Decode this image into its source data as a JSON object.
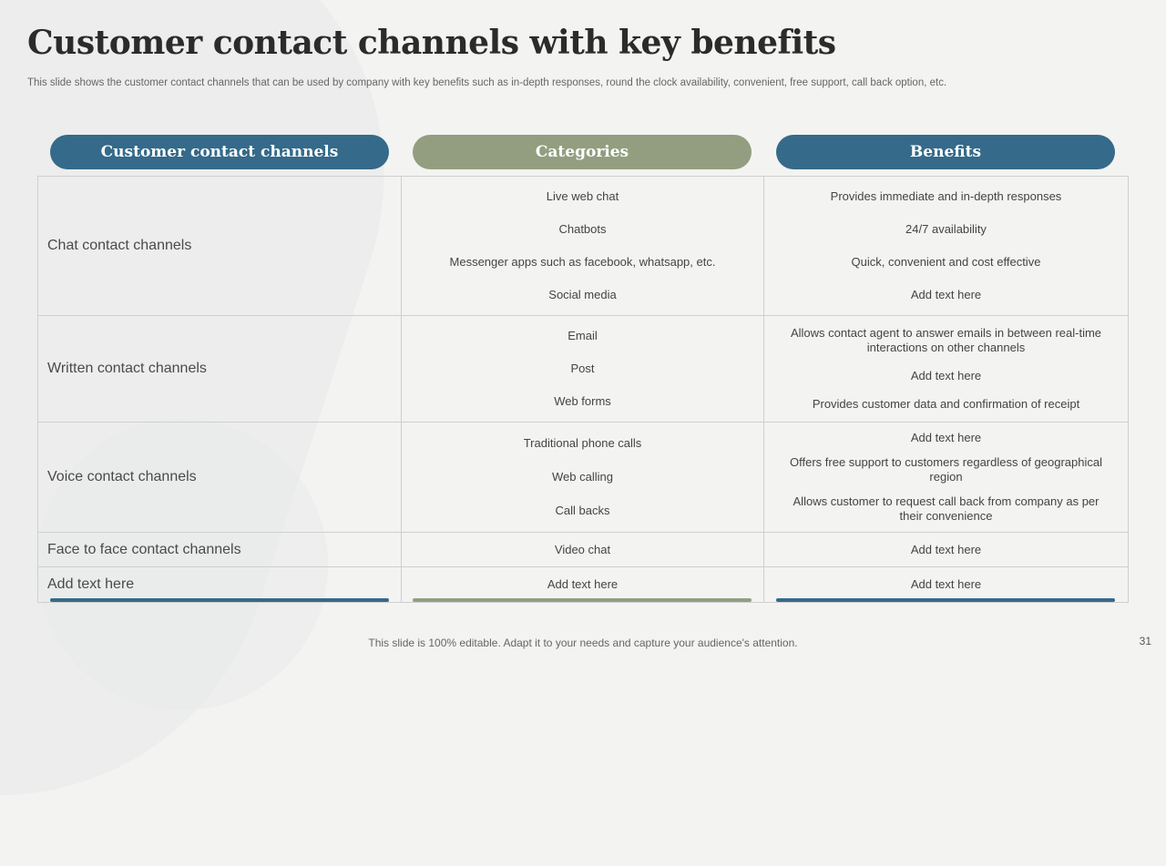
{
  "title": "Customer contact channels with key benefits",
  "subtitle": "This slide shows the customer contact channels that can be used by company with key benefits such as in-depth responses, round the clock availability, convenient, free support, call back option, etc.",
  "headers": [
    "Customer contact channels",
    "Categories",
    "Benefits"
  ],
  "rows": [
    {
      "channel": "Chat contact channels",
      "categories": [
        "Live web chat",
        "Chatbots",
        "Messenger apps such as facebook, whatsapp, etc.",
        "Social media"
      ],
      "benefits": [
        "Provides immediate and in-depth responses",
        "24/7 availability",
        "Quick, convenient  and cost effective",
        "Add text here"
      ]
    },
    {
      "channel": "Written contact channels",
      "categories": [
        "Email",
        "Post",
        "Web forms"
      ],
      "benefits": [
        "Allows contact agent to answer emails in between real-time interactions on other channels",
        "Add text here",
        "Provides customer data and confirmation of receipt"
      ]
    },
    {
      "channel": "Voice contact channels",
      "categories": [
        "Traditional  phone calls",
        "Web calling",
        "Call backs"
      ],
      "benefits": [
        "Add text here",
        "Offers free support to customers regardless of geographical region",
        "Allows customer to request call back from company as per their convenience"
      ]
    },
    {
      "channel": "Face to face contact channels",
      "categories": [
        "Video chat"
      ],
      "benefits": [
        "Add text here"
      ]
    },
    {
      "channel": "Add text here",
      "categories": [
        "Add text here"
      ],
      "benefits": [
        "Add text here"
      ]
    }
  ],
  "footer": "This slide is 100% editable. Adapt it to your needs and capture your audience's attention.",
  "page_number": "31",
  "colors": {
    "blue": "#356a8a",
    "green": "#939e80"
  }
}
